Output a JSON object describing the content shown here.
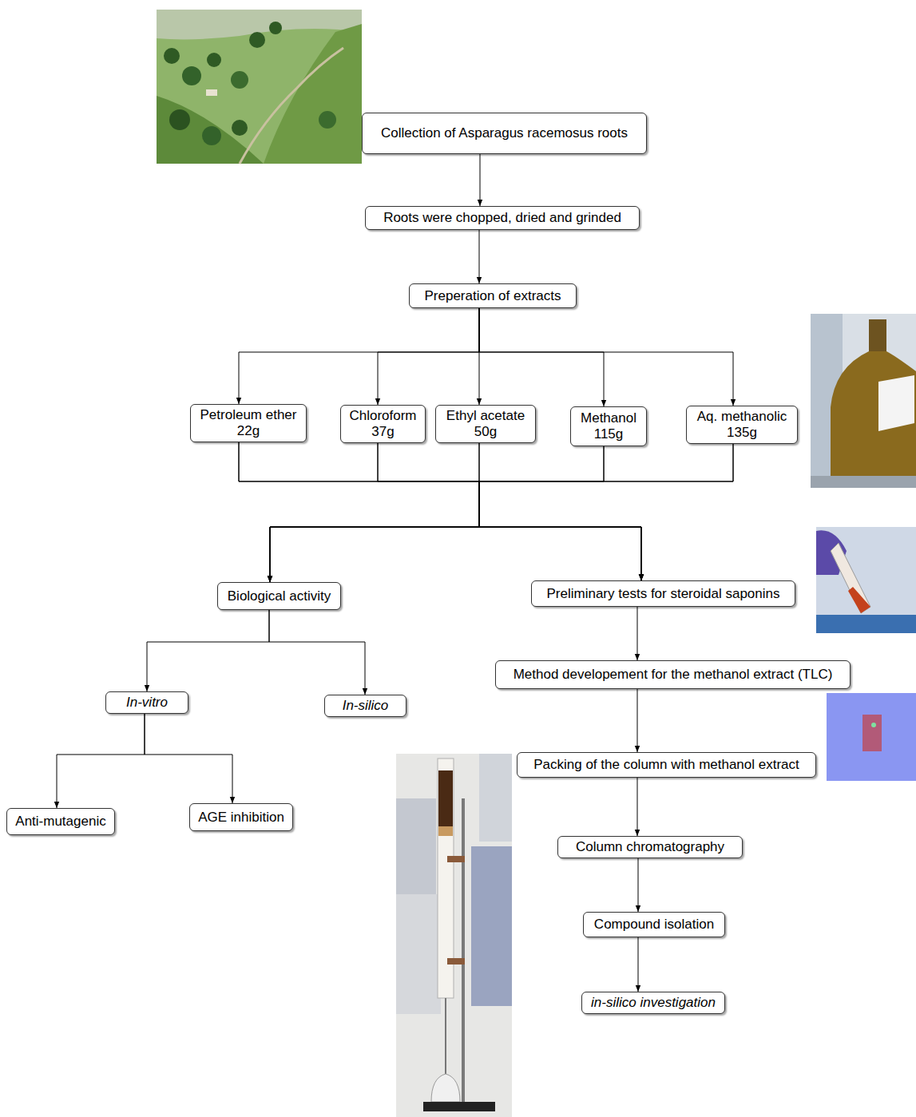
{
  "diagram": {
    "nodes": [
      {
        "text": [
          "Collection of Asparagus racemosus roots"
        ]
      },
      {
        "text": [
          "Roots were chopped, dried and grinded"
        ]
      },
      {
        "text": [
          "Preperation of extracts"
        ]
      },
      {
        "text": [
          "Petroleum ether",
          "22g"
        ]
      },
      {
        "text": [
          "Chloroform",
          "37g"
        ]
      },
      {
        "text": [
          "Ethyl acetate",
          "50g"
        ]
      },
      {
        "text": [
          "Methanol",
          "115g"
        ]
      },
      {
        "text": [
          "Aq. methanolic",
          "135g"
        ]
      },
      {
        "text": [
          "Biological activity"
        ]
      },
      {
        "text": [
          "Preliminary tests for steroidal saponins"
        ]
      },
      {
        "text": [
          "In-vitro"
        ]
      },
      {
        "text": [
          "In-silico"
        ]
      },
      {
        "text": [
          "Method developement for the methanol extract (TLC)"
        ]
      },
      {
        "text": [
          "Anti-mutagenic"
        ]
      },
      {
        "text": [
          "AGE inhibition"
        ]
      },
      {
        "text": [
          "Packing of the column with methanol extract"
        ]
      },
      {
        "text": [
          "Column chromatography"
        ]
      },
      {
        "text": [
          "Compound isolation"
        ]
      },
      {
        "text": [
          "in-silico investigation"
        ]
      }
    ],
    "edges": [
      {
        "from": 0,
        "to": 1,
        "arrow": "to"
      },
      {
        "from": 1,
        "to": 2,
        "arrow": "to"
      },
      {
        "from": 2,
        "to": 3,
        "arrow": "to"
      },
      {
        "from": 2,
        "to": 4,
        "arrow": "to"
      },
      {
        "from": 2,
        "to": 5,
        "arrow": "to"
      },
      {
        "from": 2,
        "to": 6,
        "arrow": "to"
      },
      {
        "from": 2,
        "to": 7,
        "arrow": "to"
      },
      {
        "from": 3,
        "to": 8,
        "arrow": "to"
      },
      {
        "from": 3,
        "to": 9,
        "arrow": "to"
      },
      {
        "from": 4,
        "to": 8,
        "arrow": "to"
      },
      {
        "from": 4,
        "to": 9,
        "arrow": "to"
      },
      {
        "from": 5,
        "to": 8,
        "arrow": "to"
      },
      {
        "from": 5,
        "to": 9,
        "arrow": "to"
      },
      {
        "from": 6,
        "to": 8,
        "arrow": "to"
      },
      {
        "from": 6,
        "to": 9,
        "arrow": "to"
      },
      {
        "from": 7,
        "to": 8,
        "arrow": "to"
      },
      {
        "from": 7,
        "to": 9,
        "arrow": "to"
      },
      {
        "from": 8,
        "to": 10,
        "arrow": "to"
      },
      {
        "from": 8,
        "to": 11,
        "arrow": "to"
      },
      {
        "from": 9,
        "to": 12,
        "arrow": "to"
      },
      {
        "from": 10,
        "to": 13,
        "arrow": "to"
      },
      {
        "from": 10,
        "to": 14,
        "arrow": "to"
      },
      {
        "from": 12,
        "to": 15,
        "arrow": "to"
      },
      {
        "from": 15,
        "to": 16,
        "arrow": "to"
      },
      {
        "from": 16,
        "to": 17,
        "arrow": "to"
      },
      {
        "from": 17,
        "to": 18,
        "arrow": "to"
      }
    ]
  }
}
